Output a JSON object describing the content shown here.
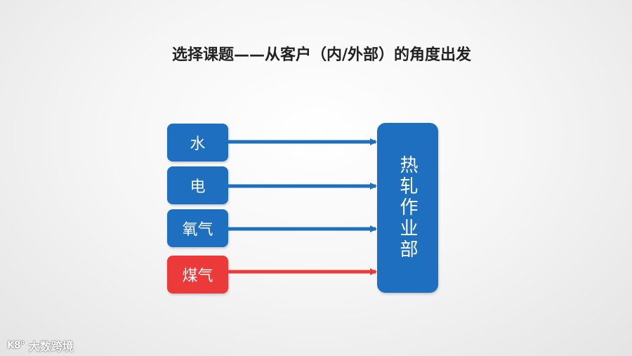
{
  "title": "选择课题——从客户（内/外部）的角度出发",
  "sources": [
    {
      "label": "水",
      "color": "#1f6fc1"
    },
    {
      "label": "电",
      "color": "#1f6fc1"
    },
    {
      "label": "氧气",
      "color": "#1f6fc1"
    },
    {
      "label": "煤气",
      "color": "#ec3a3a"
    }
  ],
  "target": {
    "label": "热轧作业部",
    "color": "#1f6fc1"
  },
  "watermark": {
    "mark": "K8°",
    "text": "大数跨境"
  }
}
